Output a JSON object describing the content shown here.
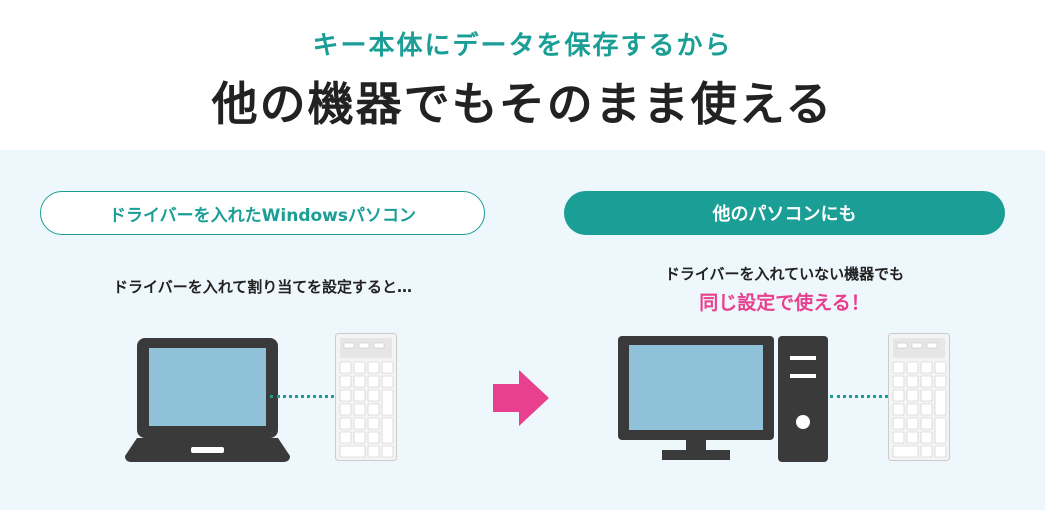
{
  "header": {
    "subtitle": "キー本体にデータを保存するから",
    "title": "他の機器でもそのまま使える"
  },
  "left": {
    "pill_label": "ドライバーを入れたWindowsパソコン",
    "description": "ドライバーを入れて割り当てを設定すると…"
  },
  "right": {
    "pill_label": "他のパソコンにも",
    "description": "ドライバーを入れていない機器でも",
    "highlight": "同じ設定で使える！"
  },
  "colors": {
    "accent": "#1a9e96",
    "highlight": "#e8408e",
    "panel_bg": "#eef7fb",
    "screen": "#8fc1d9",
    "device": "#3a3a3a"
  },
  "icons": {
    "laptop": "laptop-icon",
    "keypad": "numeric-keypad-icon",
    "arrow": "right-arrow-icon",
    "monitor": "monitor-icon",
    "tower": "desktop-tower-icon"
  }
}
